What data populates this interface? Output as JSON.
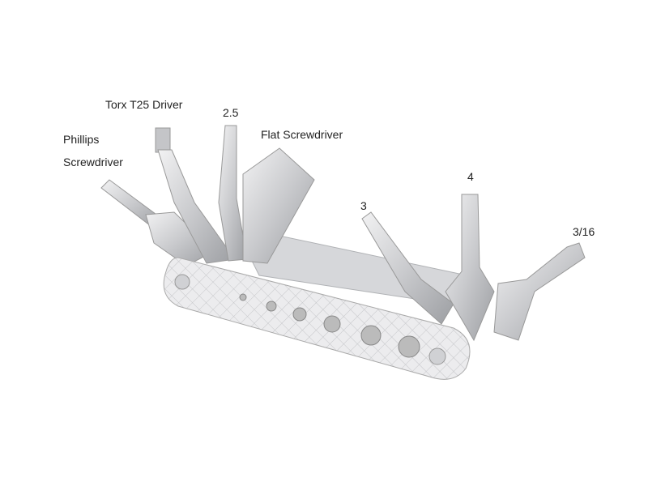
{
  "labels": {
    "torx": "Torx T25 Driver",
    "hex_2_5": "2.5",
    "phillips_line1": "Phillips",
    "phillips_line2": "Screwdriver",
    "flat": "Flat Screwdriver",
    "hex_3": "3",
    "hex_4": "4",
    "hex_3_16": "3/16"
  },
  "colors": {
    "metal_light": "#e4e4e6",
    "metal_mid": "#c6c7ca",
    "metal_dark": "#9a9ca0",
    "label_text": "#222222"
  }
}
